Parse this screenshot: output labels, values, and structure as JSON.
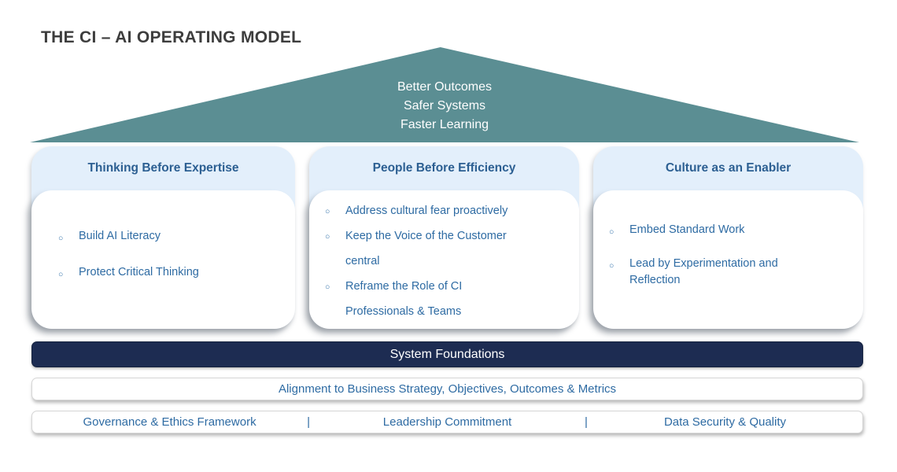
{
  "title": "THE CI – AI OPERATING MODEL",
  "roof": {
    "line1": "Better Outcomes",
    "line2": "Safer Systems",
    "line3": "Faster Learning"
  },
  "pillars": [
    {
      "title": "Thinking Before Expertise",
      "bullets": [
        "Build AI Literacy",
        "Protect Critical Thinking"
      ]
    },
    {
      "title": "People Before Efficiency",
      "bullets": [
        "Address cultural fear proactively",
        "Keep the Voice of the Customer central",
        "Reframe the Role of CI Professionals & Teams"
      ]
    },
    {
      "title": "Culture as an Enabler",
      "bullets": [
        "Embed Standard Work",
        "Lead by Experimentation and Reflection"
      ]
    }
  ],
  "foundations": {
    "header": "System Foundations",
    "alignment": "Alignment to Business Strategy, Objectives, Outcomes & Metrics",
    "items": [
      "Governance & Ethics Framework",
      "Leadership Commitment",
      "Data Security & Quality"
    ],
    "separator": "|"
  },
  "colors": {
    "roof_teal": "#5b8e93",
    "pillar_header_bg": "#e3effb",
    "accent_blue_text": "#2e6ba3",
    "pillar_title_text": "#2c5f92",
    "foundation_navy": "#1d2c52",
    "title_charcoal": "#3d3d3d",
    "background": "#ffffff"
  }
}
